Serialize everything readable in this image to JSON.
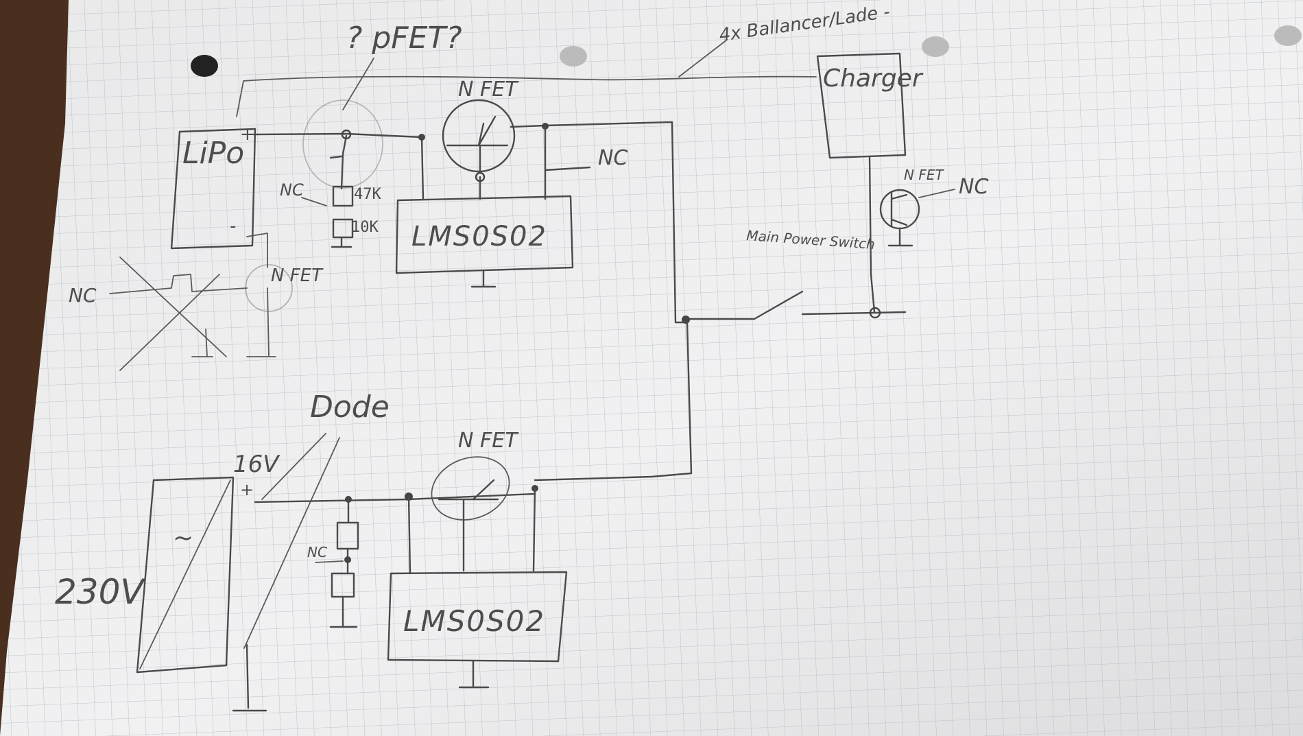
{
  "labels": {
    "pfet": "? pFET?",
    "balancer": "4x Ballancer/Lade -",
    "lipo": "LiPo",
    "plus": "+",
    "minus": "-",
    "nfet": "N FET",
    "charger": "Charger",
    "nc": "NC",
    "res_47k": "47K",
    "res_10k": "10K",
    "lm_top": "LMS0S02",
    "lm_bottom": "LMS0S02",
    "main_power_switch": "Main Power Switch",
    "diode": "Dode",
    "volt_16": "16V",
    "volt_230": "230V",
    "ac_symbol": "~",
    "nfet_small": "N FET",
    "nfet_struck": "N FET"
  }
}
